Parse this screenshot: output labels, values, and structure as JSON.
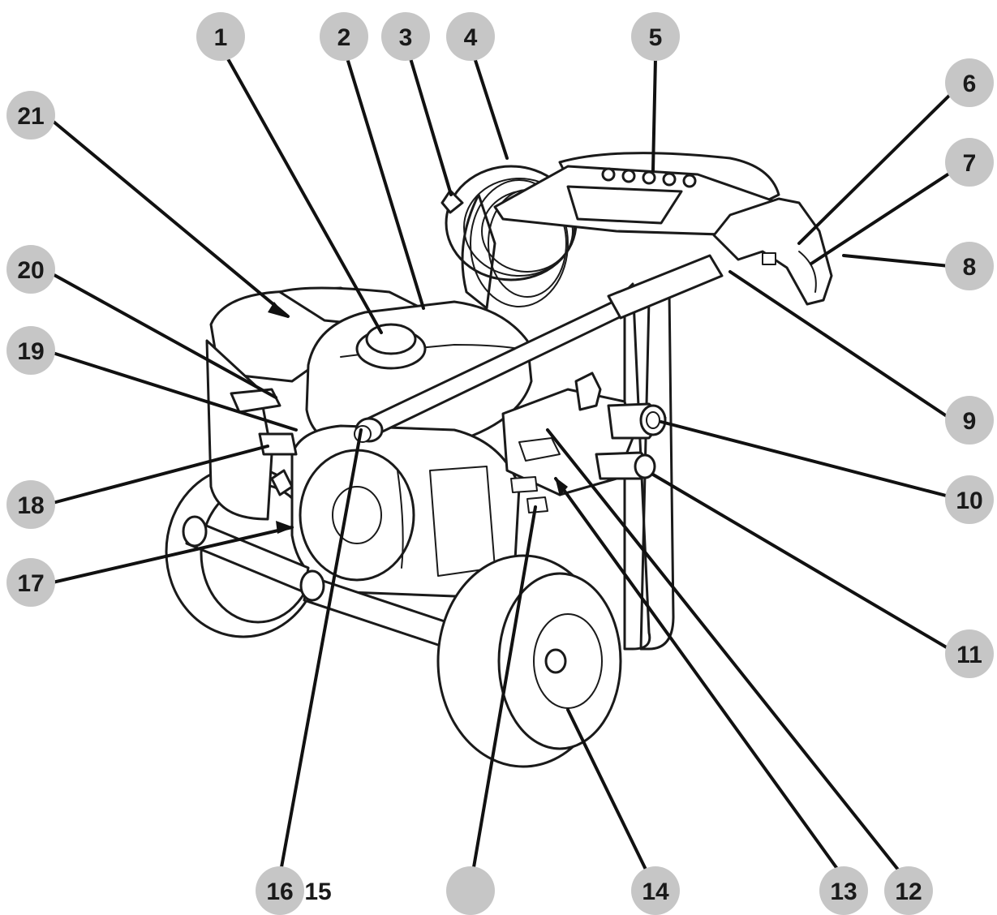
{
  "diagram": {
    "callouts": [
      {
        "id": "c1",
        "label": "1"
      },
      {
        "id": "c2",
        "label": "2"
      },
      {
        "id": "c3",
        "label": "3"
      },
      {
        "id": "c4",
        "label": "4"
      },
      {
        "id": "c5",
        "label": "5"
      },
      {
        "id": "c6",
        "label": "6"
      },
      {
        "id": "c7",
        "label": "7"
      },
      {
        "id": "c8",
        "label": "8"
      },
      {
        "id": "c9",
        "label": "9"
      },
      {
        "id": "c10",
        "label": "10"
      },
      {
        "id": "c11",
        "label": "11"
      },
      {
        "id": "c12",
        "label": "12"
      },
      {
        "id": "c13",
        "label": "13"
      },
      {
        "id": "c14",
        "label": "14"
      },
      {
        "id": "c15",
        "label": "15"
      },
      {
        "id": "c16",
        "label": "16"
      },
      {
        "id": "c17",
        "label": "17"
      },
      {
        "id": "c18",
        "label": "18"
      },
      {
        "id": "c19",
        "label": "19"
      },
      {
        "id": "c20",
        "label": "20"
      },
      {
        "id": "c21",
        "label": "21"
      },
      {
        "id": "cblank",
        "label": ""
      }
    ],
    "colors": {
      "badge": "#c6c6c6",
      "line": "#111111",
      "number": "#1a1a1a"
    }
  }
}
